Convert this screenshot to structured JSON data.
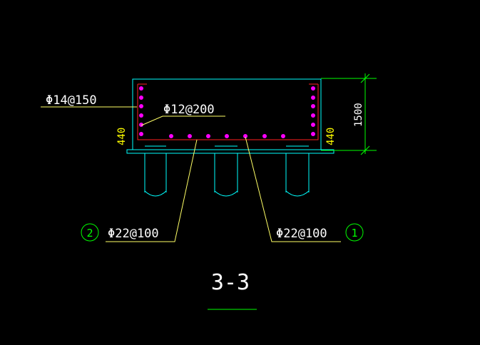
{
  "drawing": {
    "background_color": "#000000",
    "colors": {
      "outline": "#00ffff",
      "rebar_line": "#ff2020",
      "rebar_dot": "#ff00ff",
      "dimension": "#00ff00",
      "leader": "#ffff66",
      "label_text": "#ffffff",
      "dim_text": "#ffff00",
      "circle_tag": "#00ff00"
    },
    "labels": {
      "side_bar": "Φ14@150",
      "inner_bar": "Φ12@200",
      "bottom_bar_left": "Φ22@100",
      "bottom_bar_right": "Φ22@100",
      "tag_left": "2",
      "tag_right": "1",
      "cover_left": "440",
      "cover_right": "440",
      "height_dim": "1500",
      "section_title": "3-3"
    },
    "icons": {
      "pile": "pile-icon",
      "rebar": "rebar-dot-icon"
    }
  }
}
